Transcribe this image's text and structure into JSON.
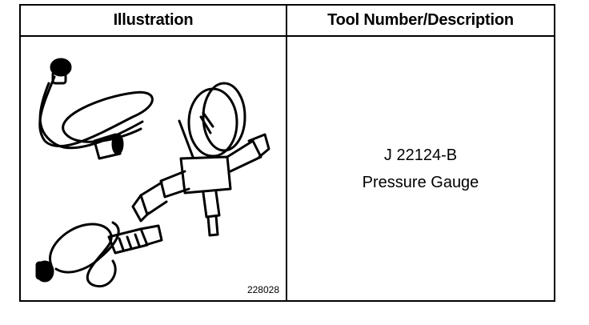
{
  "table": {
    "headers": {
      "illustration": "Illustration",
      "tool": "Tool Number/Description"
    },
    "rows": [
      {
        "figure_number": "228028",
        "illustration_subject": "pressure gauge with hose and adapters",
        "tool_number": "J 22124-B",
        "tool_description": "Pressure Gauge"
      }
    ]
  }
}
